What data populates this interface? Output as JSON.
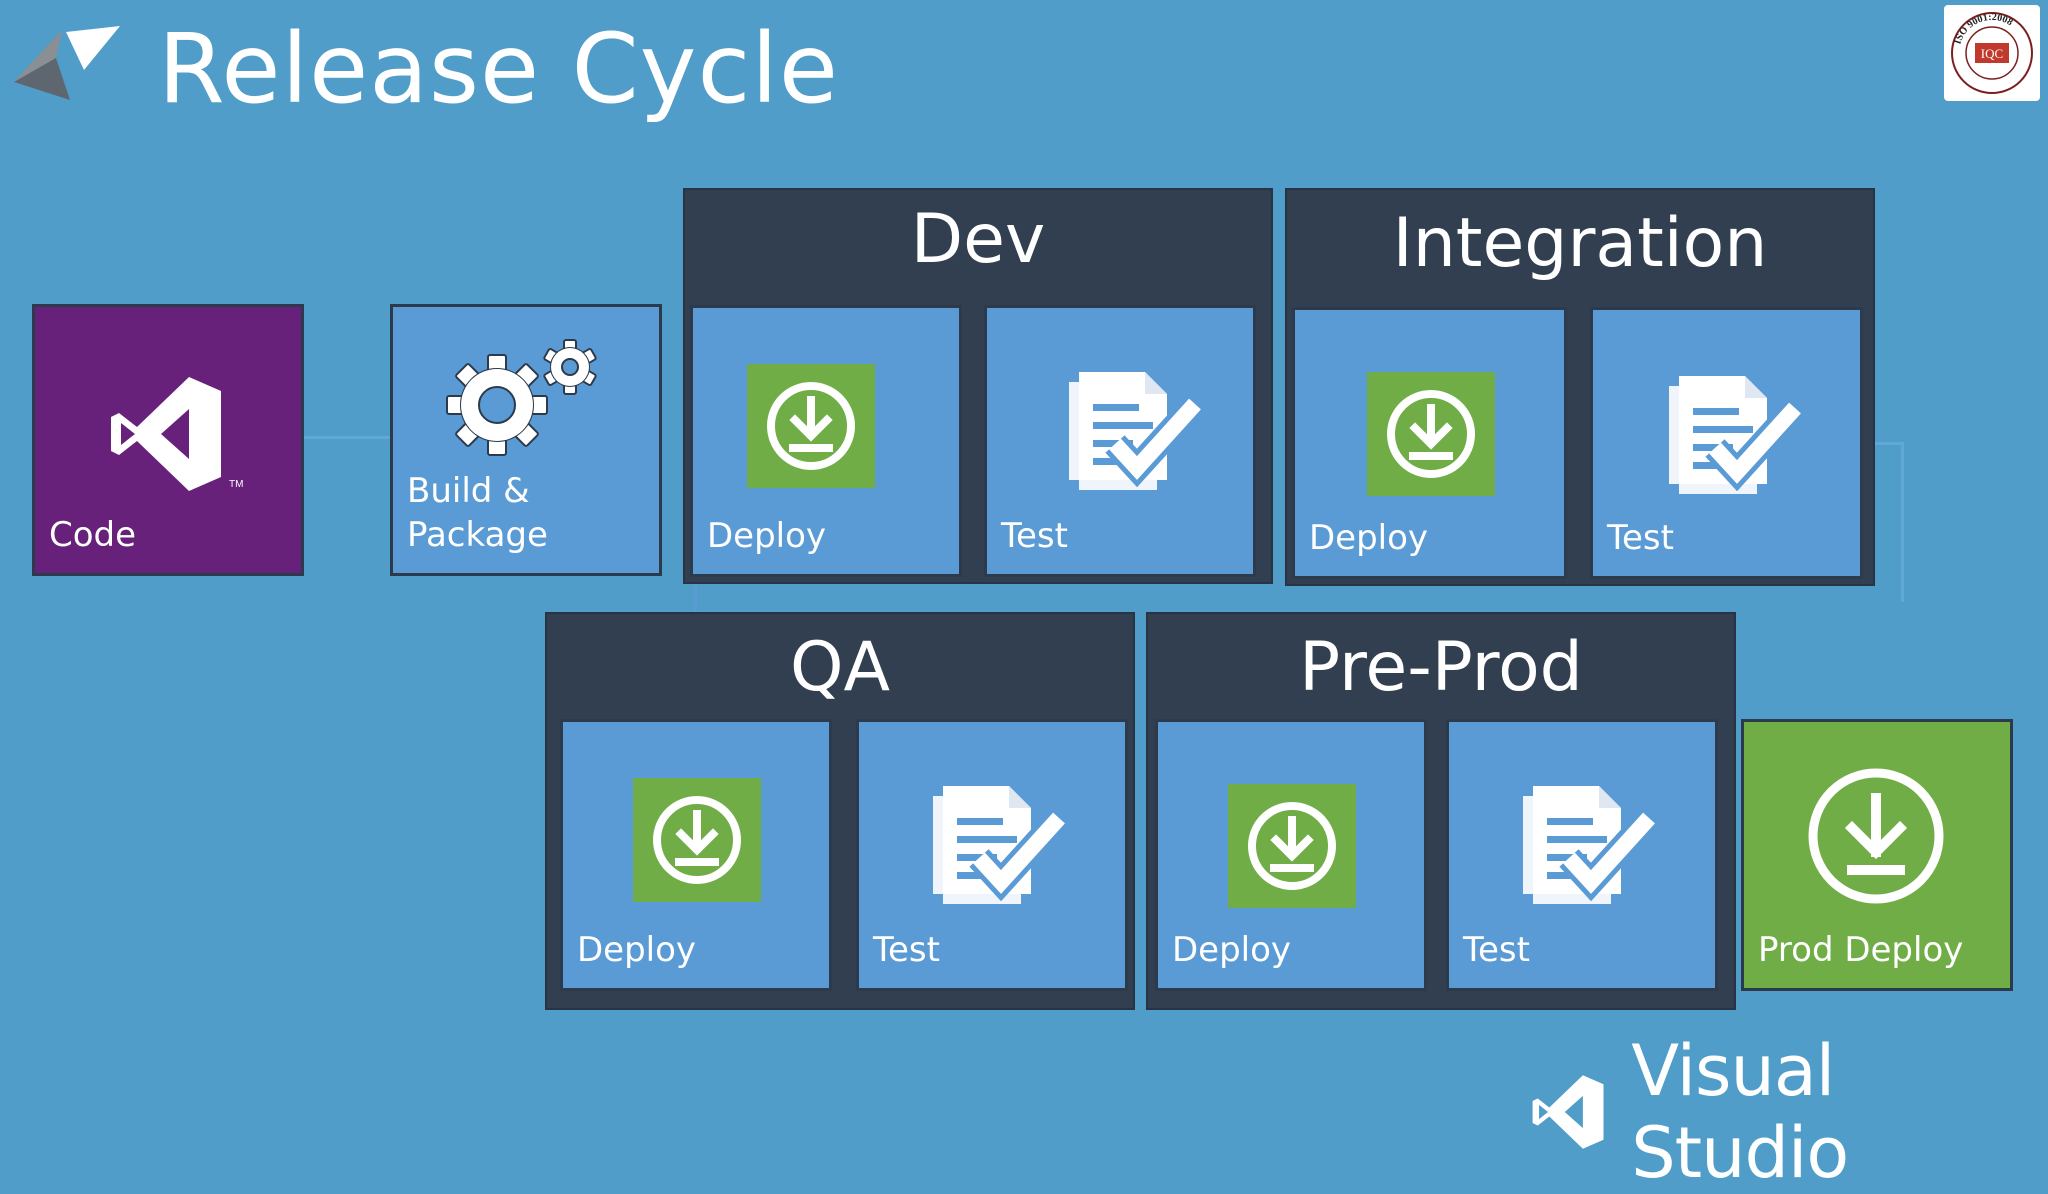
{
  "title": "Release Cycle",
  "badge": {
    "ring_text": "ISO 9001:2008",
    "center_text": "IQC"
  },
  "code_tile": {
    "label": "Code",
    "tm": "TM"
  },
  "build_tile": {
    "line1": "Build &",
    "line2": "Package"
  },
  "stages": {
    "dev": {
      "title": "Dev",
      "deploy": "Deploy",
      "test": "Test"
    },
    "integration": {
      "title": "Integration",
      "deploy": "Deploy",
      "test": "Test"
    },
    "qa": {
      "title": "QA",
      "deploy": "Deploy",
      "test": "Test"
    },
    "preprod": {
      "title": "Pre-Prod",
      "deploy": "Deploy",
      "test": "Test"
    }
  },
  "prod_tile": {
    "label": "Prod Deploy"
  },
  "brand": {
    "text": "Visual Studio"
  },
  "colors": {
    "background": "#4f9dc8",
    "stage": "#323f50",
    "tile": "#5b9bd5",
    "code": "#68217a",
    "deploy_green": "#70ad47"
  }
}
